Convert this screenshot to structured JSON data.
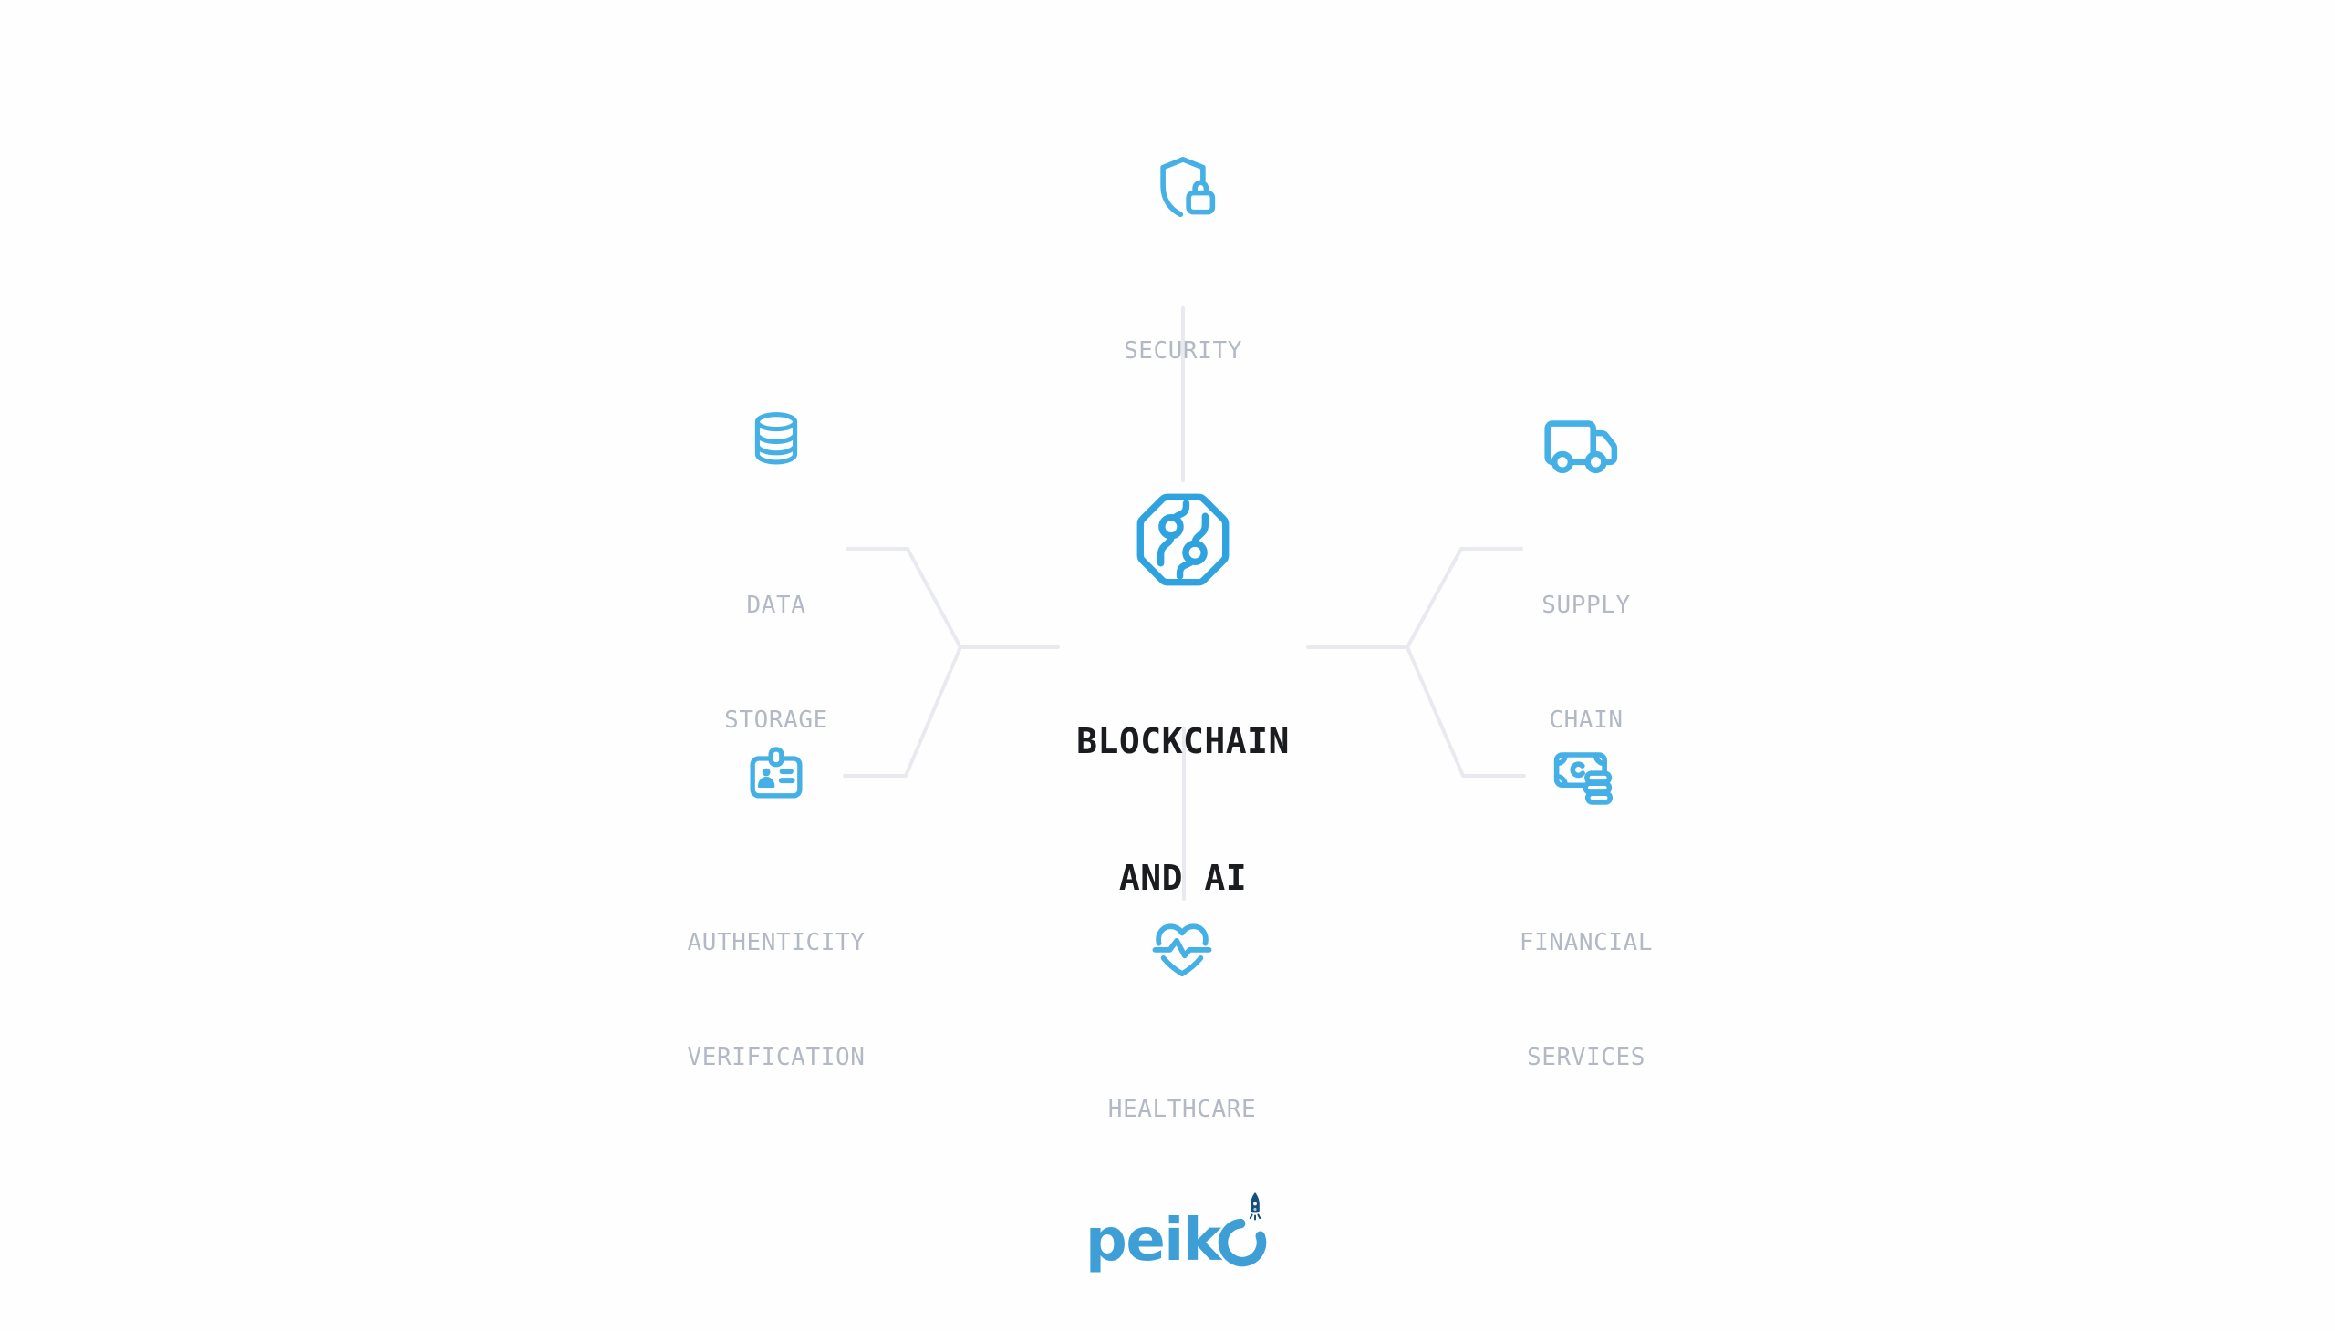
{
  "diagram": {
    "title_lines": [
      "BLOCKCHAIN",
      "AND AI"
    ],
    "center_icon": "ai-circuit-icon"
  },
  "nodes": [
    {
      "id": "security",
      "icon": "shield-lock-icon",
      "label_lines": [
        "SECURITY"
      ]
    },
    {
      "id": "data-storage",
      "icon": "database-icon",
      "label_lines": [
        "DATA",
        "STORAGE"
      ]
    },
    {
      "id": "supply-chain",
      "icon": "truck-icon",
      "label_lines": [
        "SUPPLY",
        "CHAIN"
      ]
    },
    {
      "id": "authenticity-verification",
      "icon": "id-card-icon",
      "label_lines": [
        "AUTHENTICITY",
        "VERIFICATION"
      ]
    },
    {
      "id": "financial-services",
      "icon": "banknote-coins-icon",
      "label_lines": [
        "FINANCIAL",
        "SERVICES"
      ]
    },
    {
      "id": "healthcare",
      "icon": "heart-pulse-icon",
      "label_lines": [
        "HEALTHCARE"
      ]
    }
  ],
  "footer": {
    "logo_full_text": "peiko",
    "logo_text_without_o": "peik",
    "logo_o_mark": "open-circle-with-rocket"
  },
  "colors": {
    "background": "#fefefe",
    "satellite_icon_blue": "#45b0e5",
    "center_icon_blue": "#2fa3df",
    "label_gray": "#b3b9c4",
    "title_dark": "#1a1c20",
    "connector_gray": "#e8eaf0",
    "logo_blue": "#3e9fd7",
    "rocket_navy": "#174f7d"
  }
}
